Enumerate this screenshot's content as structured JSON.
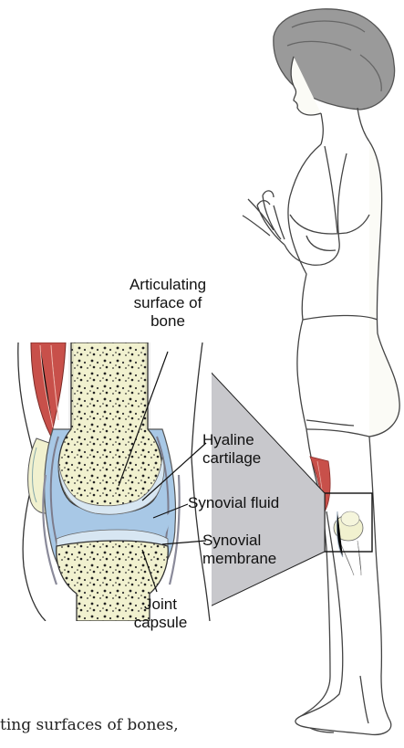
{
  "labels": {
    "articulating_line1": "Articulating",
    "articulating_line2": "surface of",
    "articulating_line3": "bone",
    "hyaline_line1": "Hyaline",
    "hyaline_line2": "cartilage",
    "synovial_fluid": "Synovial fluid",
    "membrane_line1": "Synovial",
    "membrane_line2": "membrane",
    "capsule_line1": "Joint",
    "capsule_line2": "capsule"
  },
  "caption": "ting surfaces of bones,",
  "colors": {
    "fluid": "#a8c8e6",
    "bone": "#f1f1cf",
    "cartilage": "#b9d4ea",
    "muscle": "#c8504a",
    "zoom_panel": "#c8c8cc",
    "outline": "#333333"
  }
}
